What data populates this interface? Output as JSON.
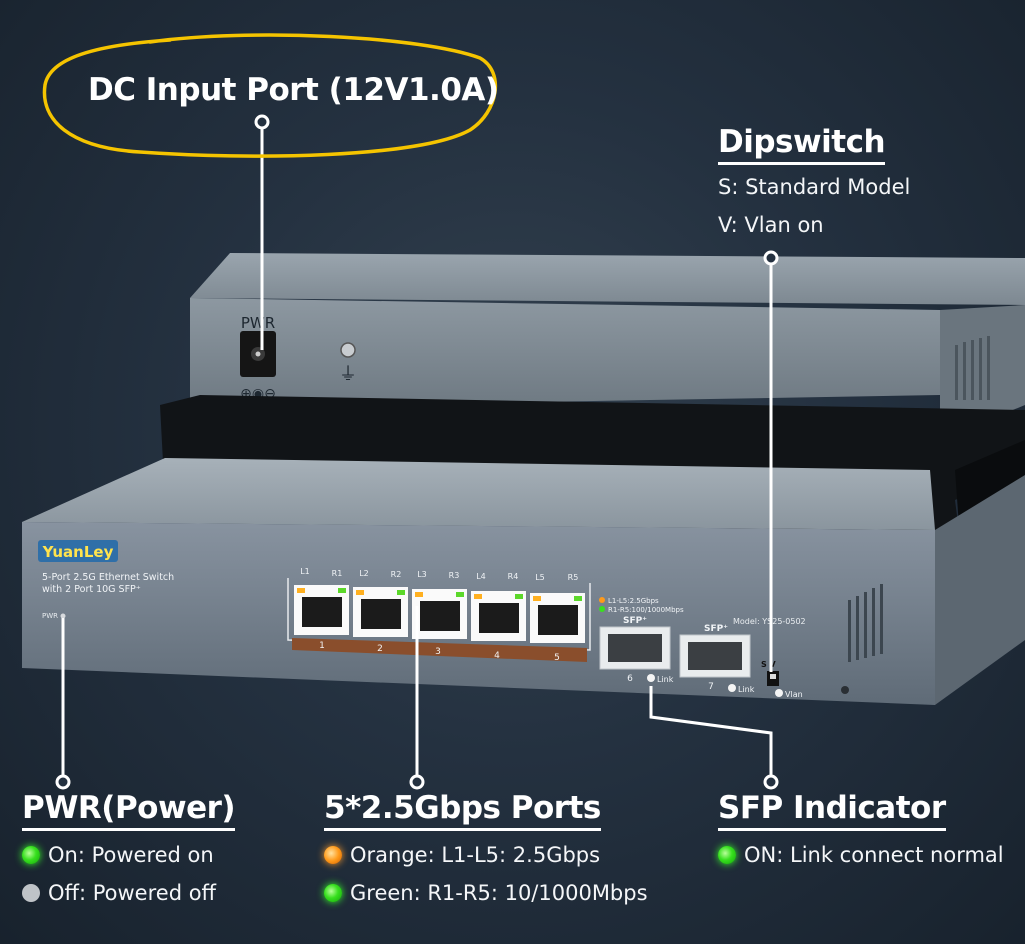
{
  "callouts": {
    "dc_input": {
      "title": "DC Input Port (12V1.0A)",
      "highlight_color": "#f5c400"
    },
    "dipswitch": {
      "title": "Dipswitch",
      "lines": [
        "S: Standard Model",
        "V: Vlan on"
      ]
    },
    "pwr": {
      "title": "PWR(Power)",
      "items": [
        {
          "led": "green",
          "text": "On: Powered on"
        },
        {
          "led": "grey",
          "text": "Off: Powered off"
        }
      ]
    },
    "ports": {
      "title": "5*2.5Gbps Ports",
      "items": [
        {
          "led": "orange",
          "text": "Orange: L1-L5: 2.5Gbps"
        },
        {
          "led": "green",
          "text": "Green: R1-R5: 10/1000Mbps"
        }
      ]
    },
    "sfp": {
      "title": "SFP Indicator",
      "items": [
        {
          "led": "green",
          "text": "ON: Link connect normal"
        }
      ]
    }
  },
  "device_rear": {
    "pwr_label": "PWR",
    "polarity": "⊕◉⊖",
    "ground_symbol": "⏚"
  },
  "device_front": {
    "brand": "YuanLey",
    "desc_line1": "5-Port 2.5G Ethernet Switch",
    "desc_line2": "with 2 Port 10G SFP⁺",
    "pwr_label": "PWR",
    "led_labels": [
      "L1",
      "R1",
      "L2",
      "R2",
      "L3",
      "R3",
      "L4",
      "R4",
      "L5",
      "R5"
    ],
    "port_numbers": [
      "1",
      "2",
      "3",
      "4",
      "5"
    ],
    "legend_line1": "L1-L5:2.5Gbps",
    "legend_line2": "R1-R5:100/1000Mbps",
    "sfp_label": "SFP⁺",
    "sfp_ports": [
      {
        "num": "6",
        "link": "Link"
      },
      {
        "num": "7",
        "link": "Link"
      }
    ],
    "model": "Model: YS25-0502",
    "switch_label": "S  V",
    "vlan_label": "Vlan"
  },
  "colors": {
    "led_green": "#39e01e",
    "led_orange": "#ff9a1a",
    "accent_yellow": "#f5c400",
    "brand_blue": "#2f6fa8"
  }
}
